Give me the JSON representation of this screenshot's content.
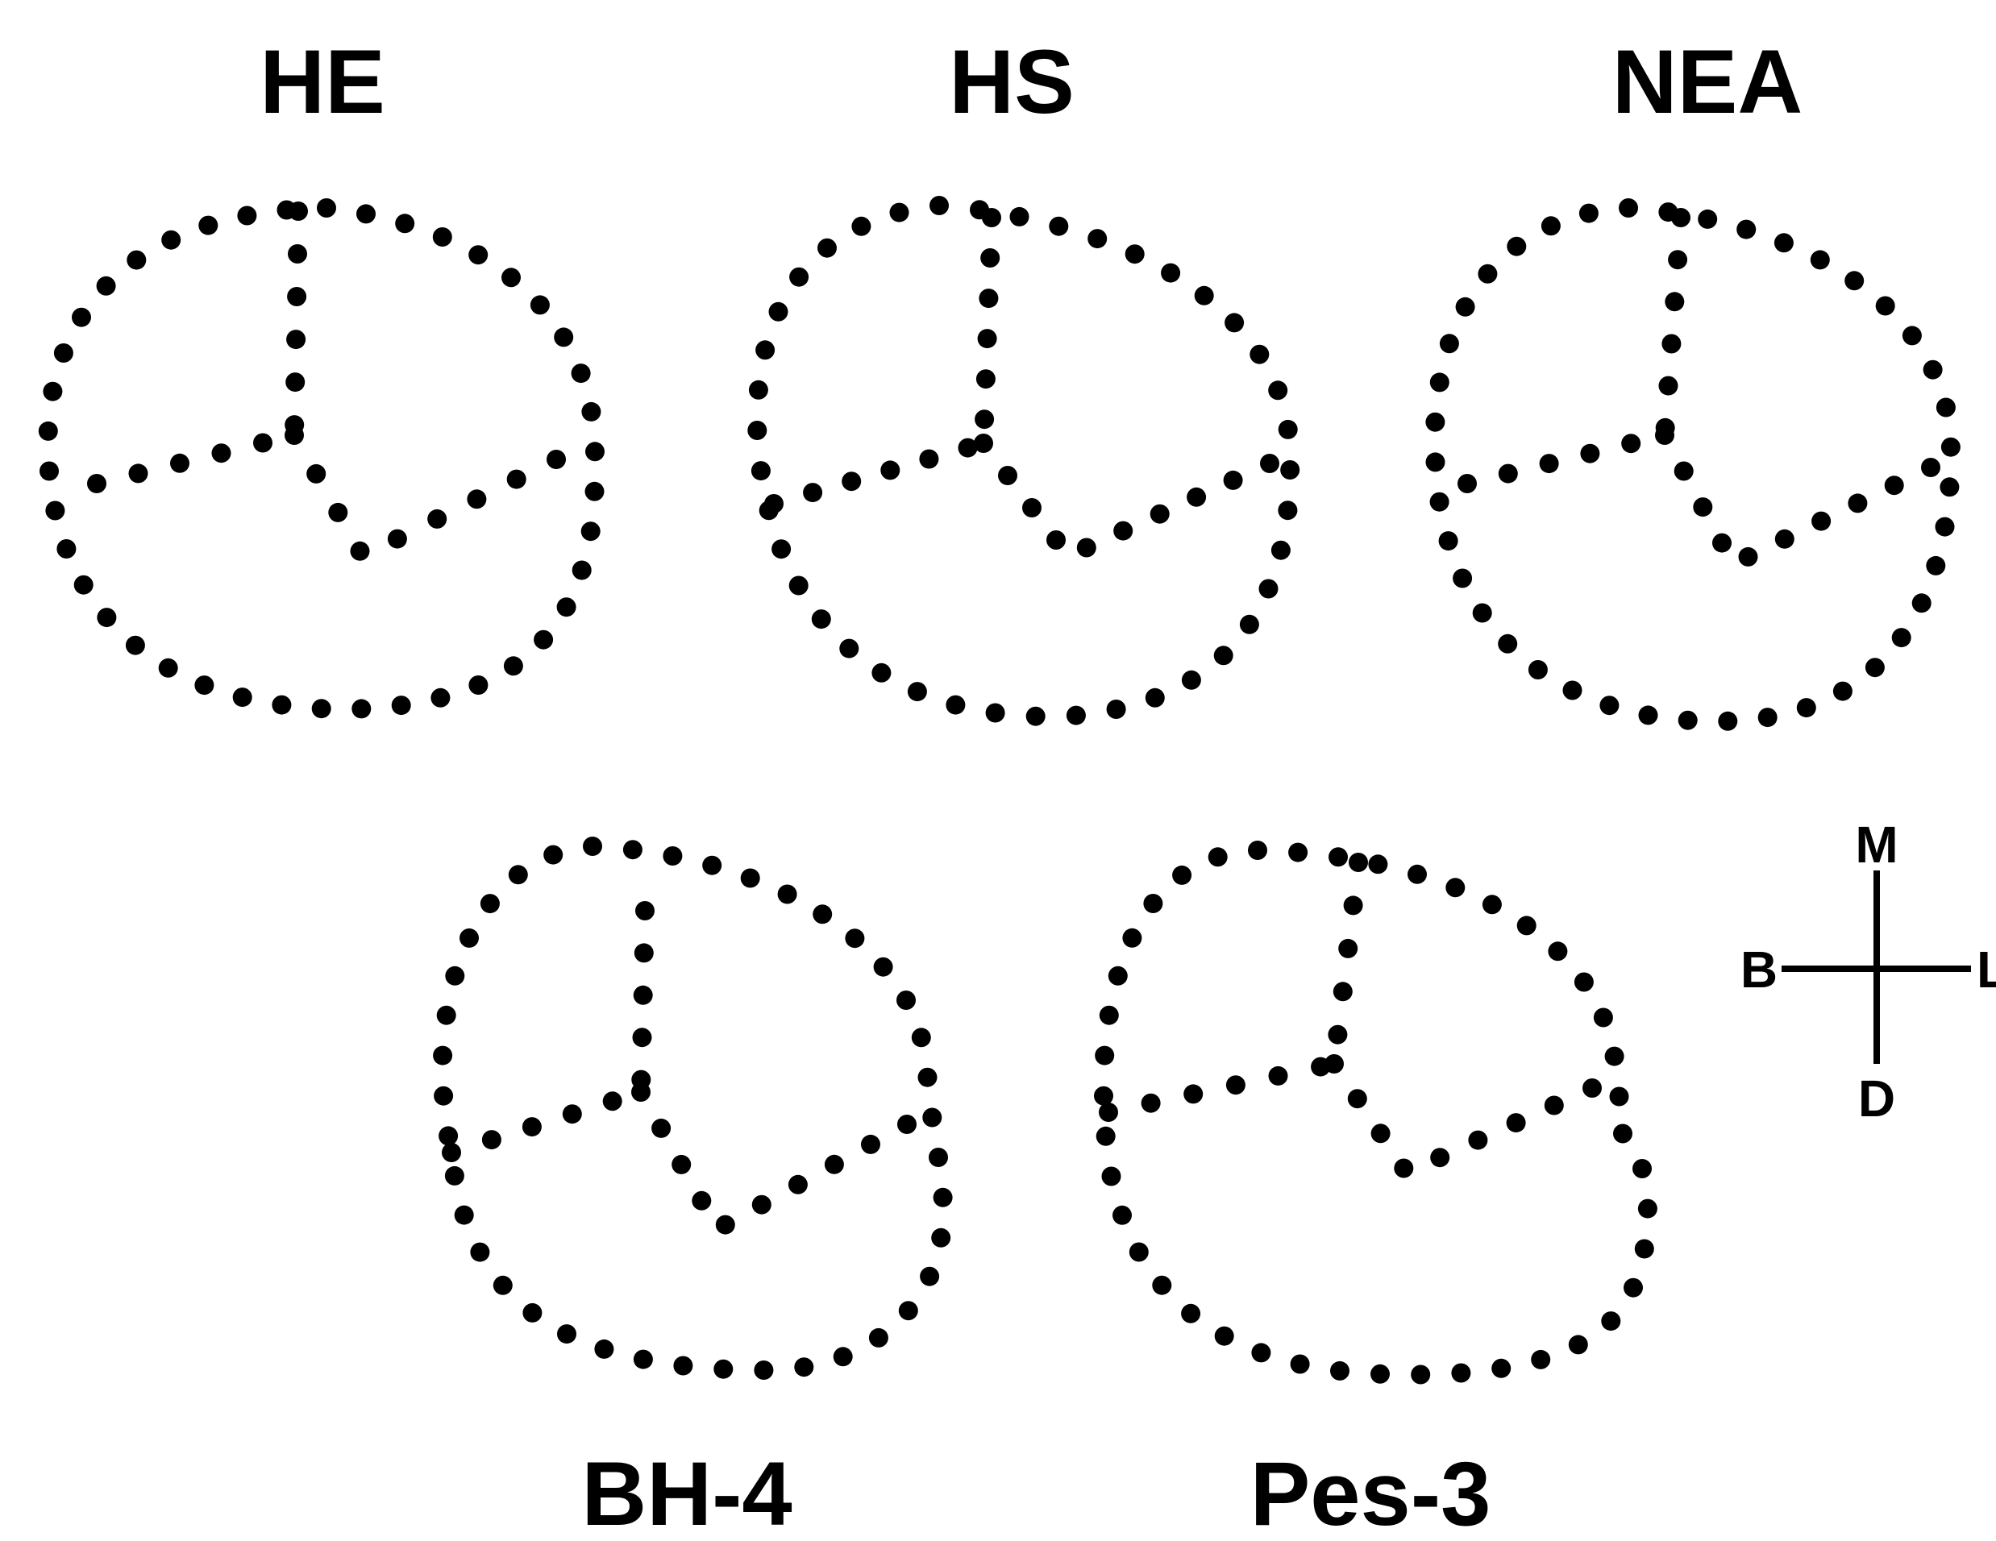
{
  "figure": {
    "panels": [
      {
        "id": "he",
        "label": "HE"
      },
      {
        "id": "hs",
        "label": "HS"
      },
      {
        "id": "nea",
        "label": "NEA"
      },
      {
        "id": "bh4",
        "label": "BH-4"
      },
      {
        "id": "pes3",
        "label": "Pes-3"
      }
    ],
    "orientation": {
      "top": "M",
      "bottom": "D",
      "left": "B",
      "right": "L"
    },
    "colors": {
      "ink": "#000000",
      "background": "#ffffff"
    }
  }
}
